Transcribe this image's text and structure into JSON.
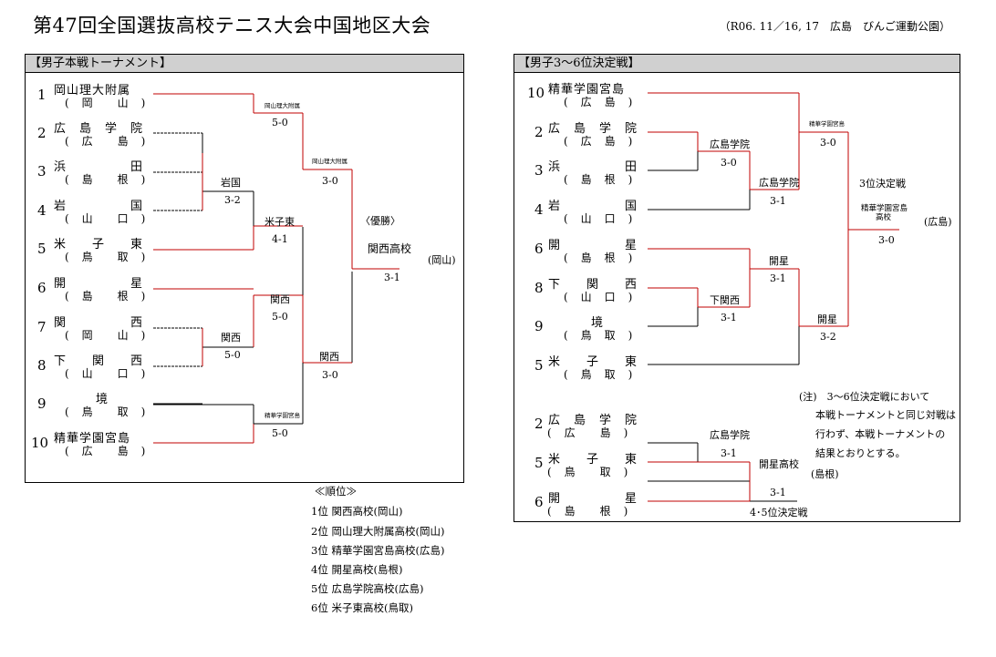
{
  "title": "第47回全国選抜高校テニス大会中国地区大会",
  "subtitle": "（R06. 11／16, 17　広島　びんご運動公園）",
  "main": {
    "header": "【男子本戦トーナメント】",
    "teams": [
      {
        "seed": "1",
        "name": "岡山理大附属",
        "pref": "(　岡　　山　)"
      },
      {
        "seed": "2",
        "name": "広　島　学　院",
        "pref": "(　広　　島　)"
      },
      {
        "seed": "3",
        "name": "浜　　　　　田",
        "pref": "(　島　　根　)"
      },
      {
        "seed": "4",
        "name": "岩　　　　　国",
        "pref": "(　山　　口　)"
      },
      {
        "seed": "5",
        "name": "米　　子　　東",
        "pref": "(　鳥　　取　)"
      },
      {
        "seed": "6",
        "name": "開　　　　　星",
        "pref": "(　島　　根　)"
      },
      {
        "seed": "7",
        "name": "関　　　　　西",
        "pref": "(　岡　　山　)"
      },
      {
        "seed": "8",
        "name": "下　　関　　西",
        "pref": "(　山　　口　)"
      },
      {
        "seed": "9",
        "name": "境",
        "pref": "(　鳥　　取　)"
      },
      {
        "seed": "10",
        "name": "精華学園宮島",
        "pref": "(　広　　島　)"
      }
    ],
    "results": {
      "r1a_w": "岡山理大附属",
      "r1a_s": "5-0",
      "r1b_w": "岩国",
      "r1b_s": "3-2",
      "r2a_w": "米子東",
      "r2a_s": "4-1",
      "r1c_w": "関西",
      "r1c_s": "5-0",
      "r2b_w": "関西",
      "r2b_s": "5-0",
      "r1d_w": "精華学園宮島",
      "r1d_s": "5-0",
      "sf1_w": "岡山理大附属",
      "sf1_s": "3-0",
      "sf2_w": "関西",
      "sf2_s": "3-0",
      "winner_label": "〈優勝〉",
      "final_w": "関西高校",
      "final_s": "3-1",
      "final_pref": "(岡山)"
    }
  },
  "side": {
    "header": "【男子3～6位決定戦】",
    "teams": [
      {
        "seed": "10",
        "name": "精華学園宮島",
        "pref": "(　広　島　)"
      },
      {
        "seed": "2",
        "name": "広　島　学　院",
        "pref": "(　広　島　)"
      },
      {
        "seed": "3",
        "name": "浜　　　　　田",
        "pref": "(　島　根　)"
      },
      {
        "seed": "4",
        "name": "岩　　　　　国",
        "pref": "(　山　口　)"
      },
      {
        "seed": "6",
        "name": "開　　　　　星",
        "pref": "(　島　根　)"
      },
      {
        "seed": "8",
        "name": "下　　関　　西",
        "pref": "(　山　口　)"
      },
      {
        "seed": "9",
        "name": "境",
        "pref": "(　鳥　取　)"
      },
      {
        "seed": "5",
        "name": "米　　子　　東",
        "pref": "(　鳥　取　)"
      }
    ],
    "results": {
      "a_w": "広島学院",
      "a_s": "3-0",
      "b_w": "広島学院",
      "b_s": "3-1",
      "c_w": "精華学園宮島",
      "c_s": "3-0",
      "d_w": "下関西",
      "d_s": "3-1",
      "e_w": "開星",
      "e_s": "3-1",
      "f_w": "開星",
      "f_s": "3-2",
      "third_label": "3位決定戦",
      "third_w1": "精華学園宮島",
      "third_w2": "高校",
      "third_s": "3-0",
      "third_pref": "(広島)"
    },
    "note": [
      "(注)　3～6位決定戦において",
      "本戦トーナメントと同じ対戦は",
      "行わず、本戦トーナメントの",
      "結果とおりとする。"
    ],
    "teams2": [
      {
        "seed": "2",
        "name": "広　島　学　院",
        "pref": "(　広　　島　)"
      },
      {
        "seed": "5",
        "name": "米　　子　　東",
        "pref": "(　鳥　　取　)"
      },
      {
        "seed": "6",
        "name": "開　　　　　星",
        "pref": "(　島　　根　)"
      }
    ],
    "results2": {
      "g_w": "広島学院",
      "g_s": "3-1",
      "h_w": "開星高校",
      "h_s": "3-1",
      "h_pref": "(島根)",
      "fifth_label": "4･5位決定戦"
    }
  },
  "ranking": {
    "title": "≪順位≫",
    "items": [
      "1位 関西高校(岡山)",
      "2位 岡山理大附属高校(岡山)",
      "3位 精華学園宮島高校(広島)",
      "4位 開星高校(島根)",
      "5位 広島学院高校(広島)",
      "6位 米子東高校(鳥取)"
    ]
  }
}
